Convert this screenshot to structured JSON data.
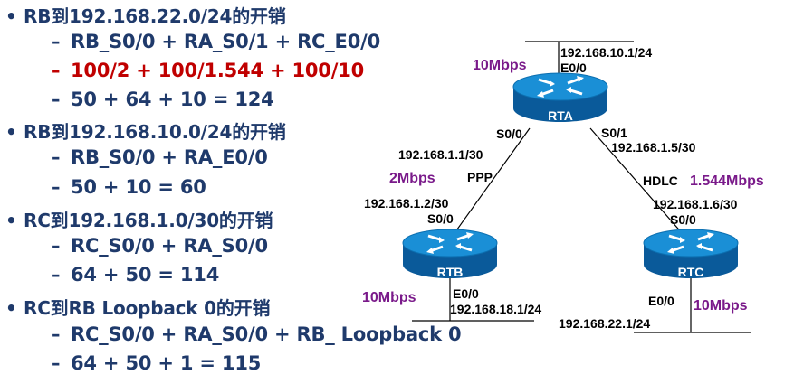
{
  "slide": {
    "bullets": [
      {
        "heading": "RB到192.168.22.0/24的开销",
        "lines": [
          {
            "text": "RB_S0/0 + RA_S0/1 + RC_E0/0",
            "color": "#1f3a6b"
          },
          {
            "text": "100/2 + 100/1.544 + 100/10",
            "color": "#c00000"
          },
          {
            "text": "50 + 64 + 10 = 124",
            "color": "#1f3a6b"
          }
        ]
      },
      {
        "heading": "RB到192.168.10.0/24的开销",
        "lines": [
          {
            "text": "RB_S0/0 + RA_E0/0",
            "color": "#1f3a6b"
          },
          {
            "text": "50 + 10 = 60",
            "color": "#1f3a6b"
          }
        ]
      },
      {
        "heading": "RC到192.168.1.0/30的开销",
        "lines": [
          {
            "text": "RC_S0/0 + RA_S0/0",
            "color": "#1f3a6b"
          },
          {
            "text": "64 + 50 = 114",
            "color": "#1f3a6b"
          }
        ]
      },
      {
        "heading": "RC到RB Loopback 0的开销",
        "lines": [
          {
            "text": "RC_S0/0 + RA_S0/0 + RB_ Loopback 0",
            "color": "#1f3a6b"
          },
          {
            "text": "64 + 50 + 1 = 115",
            "color": "#1f3a6b"
          }
        ]
      }
    ],
    "bullet_glyph": "•",
    "dash_glyph": "–"
  },
  "diagram": {
    "routers": {
      "rta": {
        "name": "RTA"
      },
      "rtb": {
        "name": "RTB"
      },
      "rtc": {
        "name": "RTC"
      }
    },
    "labels": {
      "rta_lan_ip": "192.168.10.1/24",
      "rta_e0": "E0/0",
      "rta_speed": "10Mbps",
      "rta_s00": "S0/0",
      "rta_s01": "S0/1",
      "rta_s00_ip": "192.168.1.1/30",
      "rta_s01_ip": "192.168.1.5/30",
      "link_ab_speed": "2Mbps",
      "link_ab_encap": "PPP",
      "link_ac_encap": "HDLC",
      "link_ac_speed": "1.544Mbps",
      "rtb_s0_ip": "192.168.1.2/30",
      "rtb_s0": "S0/0",
      "rtc_s0_ip": "192.168.1.6/30",
      "rtc_s0": "S0/0",
      "rtb_speed": "10Mbps",
      "rtb_e0": "E0/0",
      "rtb_lan_ip": "192.168.18.1/24",
      "rtc_e0": "E0/0",
      "rtc_speed": "10Mbps",
      "rtc_lan_ip": "192.168.22.1/24"
    },
    "colors": {
      "router_top": "#1a8fd6",
      "router_side": "#0a5a9a",
      "speed": "#7a1a8a"
    }
  }
}
